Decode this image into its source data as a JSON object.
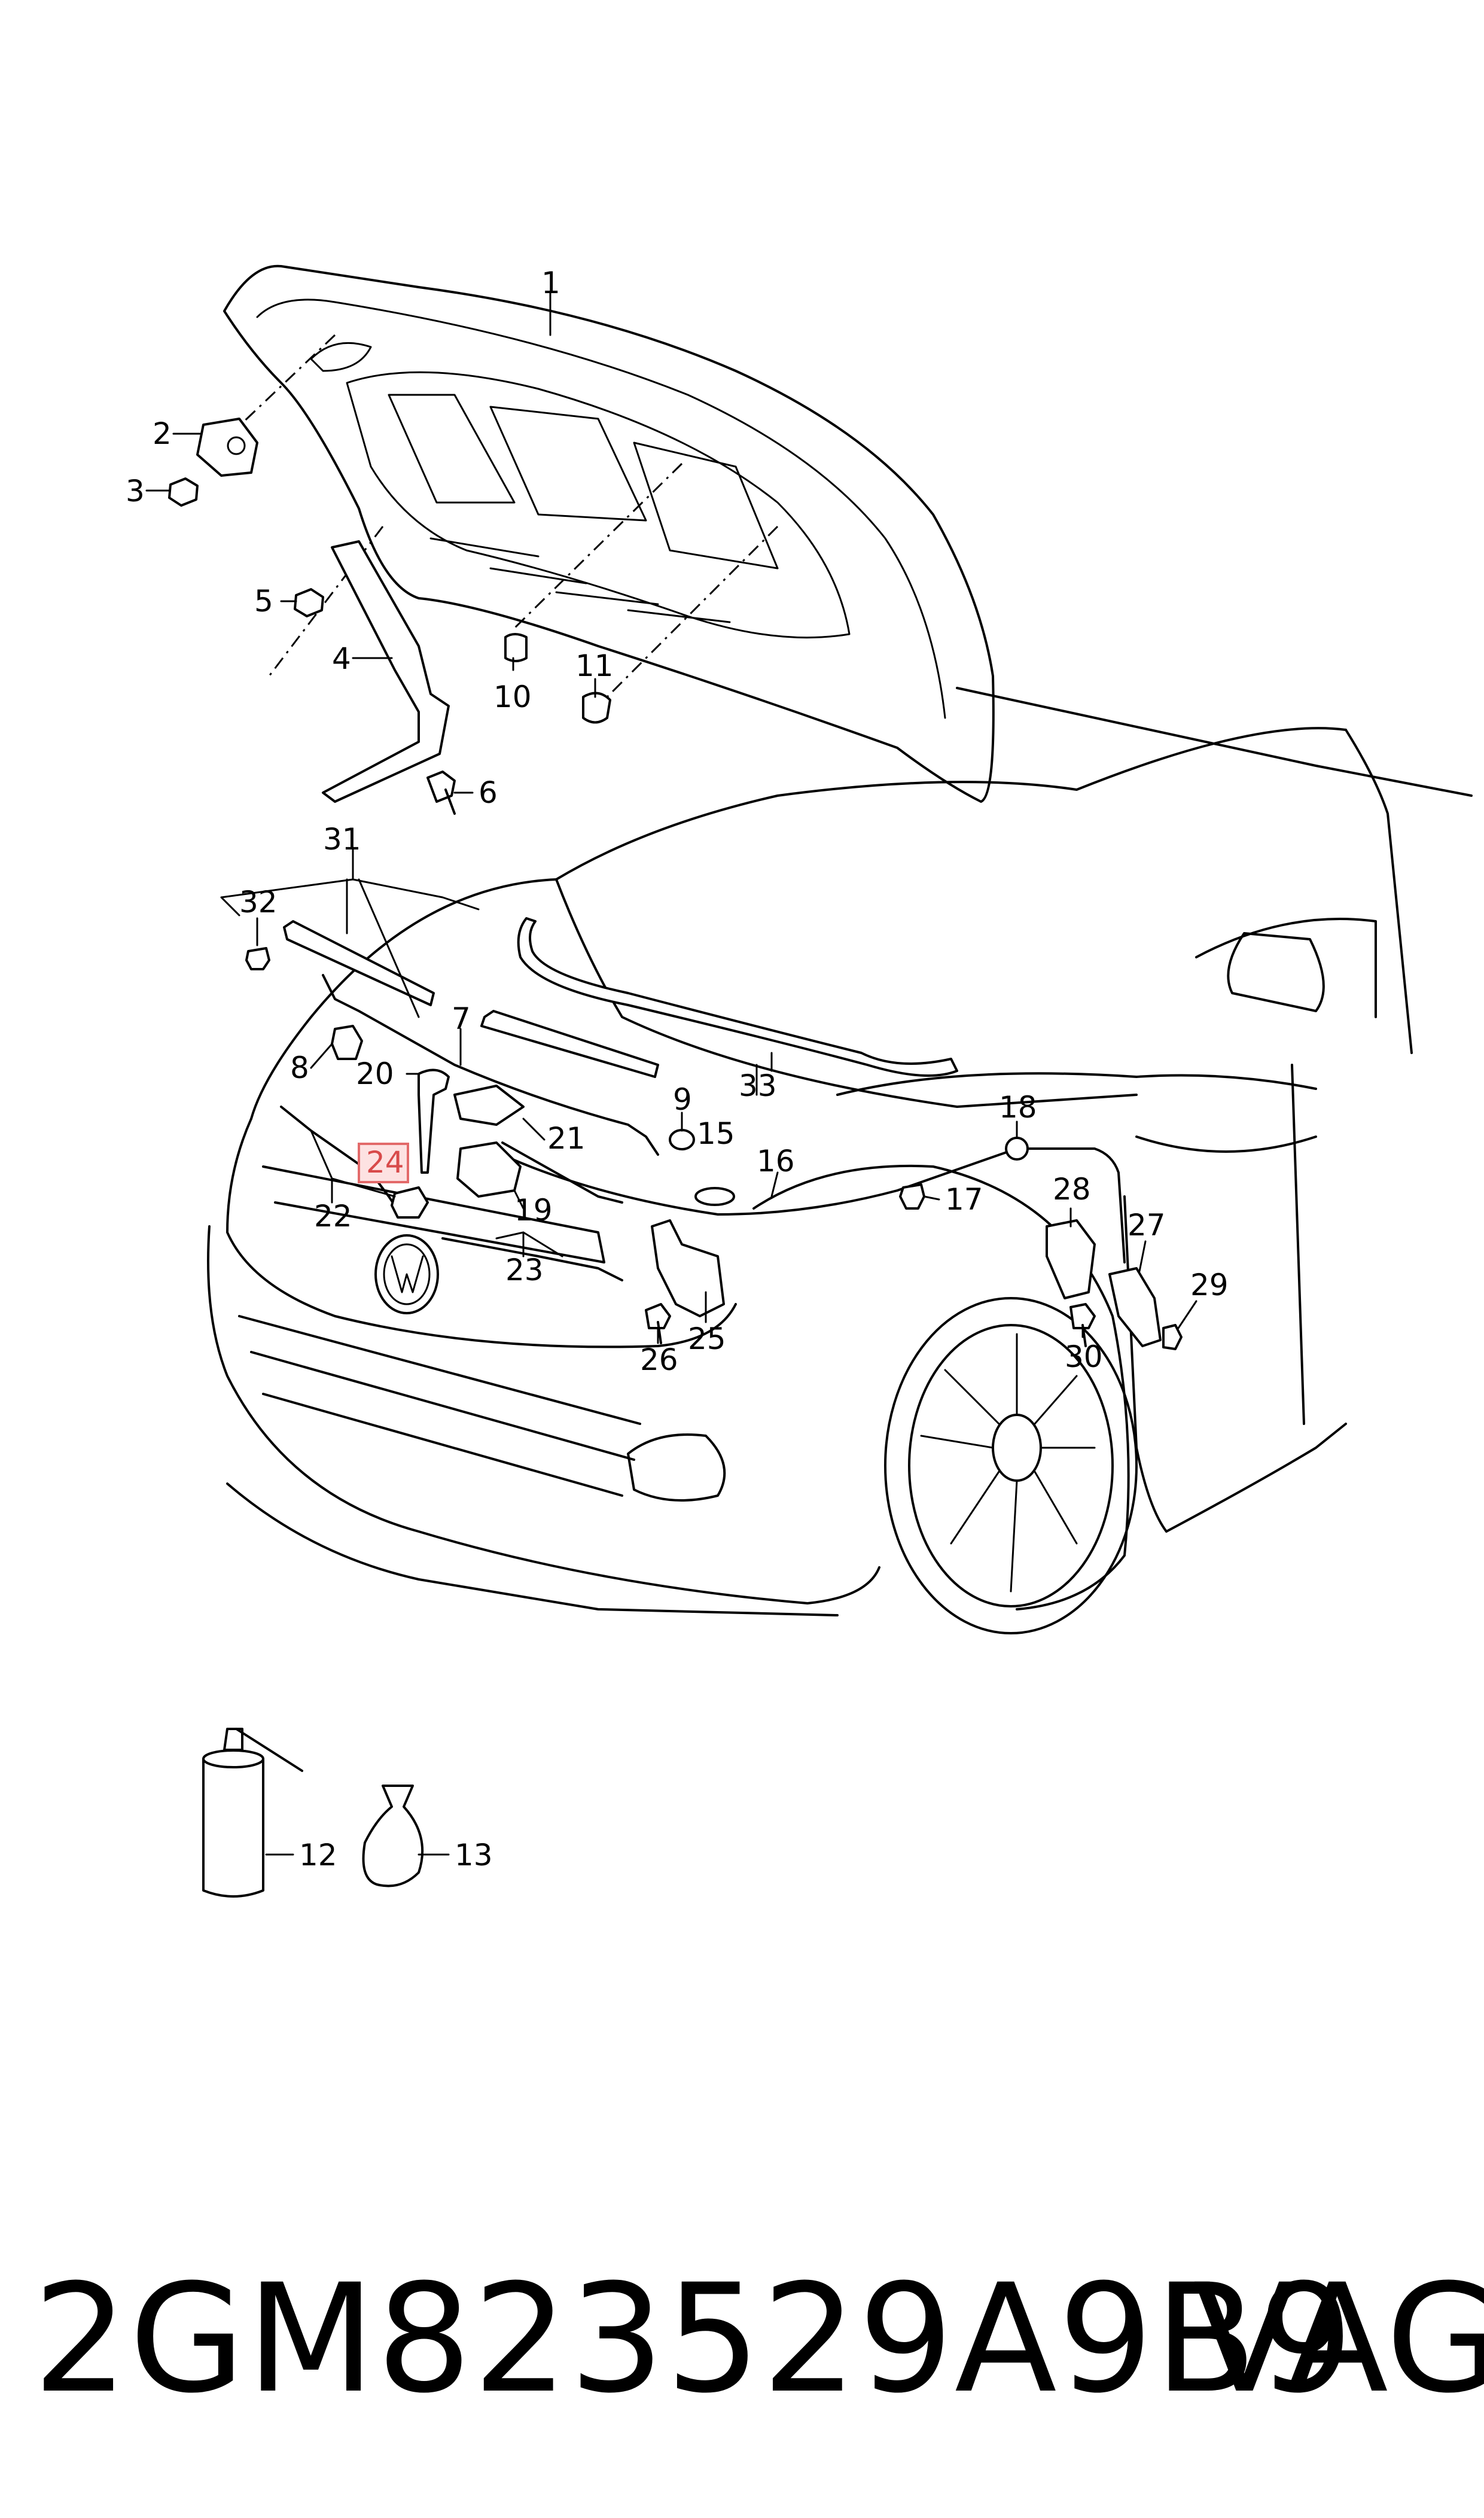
{
  "callouts": [
    {
      "id": "1",
      "label": "1"
    },
    {
      "id": "2",
      "label": "2"
    },
    {
      "id": "3",
      "label": "3"
    },
    {
      "id": "4",
      "label": "4"
    },
    {
      "id": "5",
      "label": "5"
    },
    {
      "id": "6",
      "label": "6"
    },
    {
      "id": "7",
      "label": "7"
    },
    {
      "id": "8",
      "label": "8"
    },
    {
      "id": "9",
      "label": "9"
    },
    {
      "id": "10",
      "label": "10"
    },
    {
      "id": "11",
      "label": "11"
    },
    {
      "id": "12",
      "label": "12"
    },
    {
      "id": "13",
      "label": "13"
    },
    {
      "id": "15",
      "label": "15"
    },
    {
      "id": "16",
      "label": "16"
    },
    {
      "id": "17",
      "label": "17"
    },
    {
      "id": "18",
      "label": "18"
    },
    {
      "id": "19",
      "label": "19"
    },
    {
      "id": "20",
      "label": "20"
    },
    {
      "id": "21",
      "label": "21"
    },
    {
      "id": "22",
      "label": "22"
    },
    {
      "id": "23",
      "label": "23"
    },
    {
      "id": "24",
      "label": "24",
      "highlighted": true
    },
    {
      "id": "25",
      "label": "25"
    },
    {
      "id": "26",
      "label": "26"
    },
    {
      "id": "27",
      "label": "27"
    },
    {
      "id": "28",
      "label": "28"
    },
    {
      "id": "29",
      "label": "29"
    },
    {
      "id": "30",
      "label": "30"
    },
    {
      "id": "31",
      "label": "31"
    },
    {
      "id": "32",
      "label": "32"
    },
    {
      "id": "33",
      "label": "33"
    }
  ],
  "highlight_color": "#fde2e2",
  "highlight_border": "#e36a6a",
  "footer": {
    "part_number": "2GM823529A9B9",
    "brand": "VAG"
  }
}
